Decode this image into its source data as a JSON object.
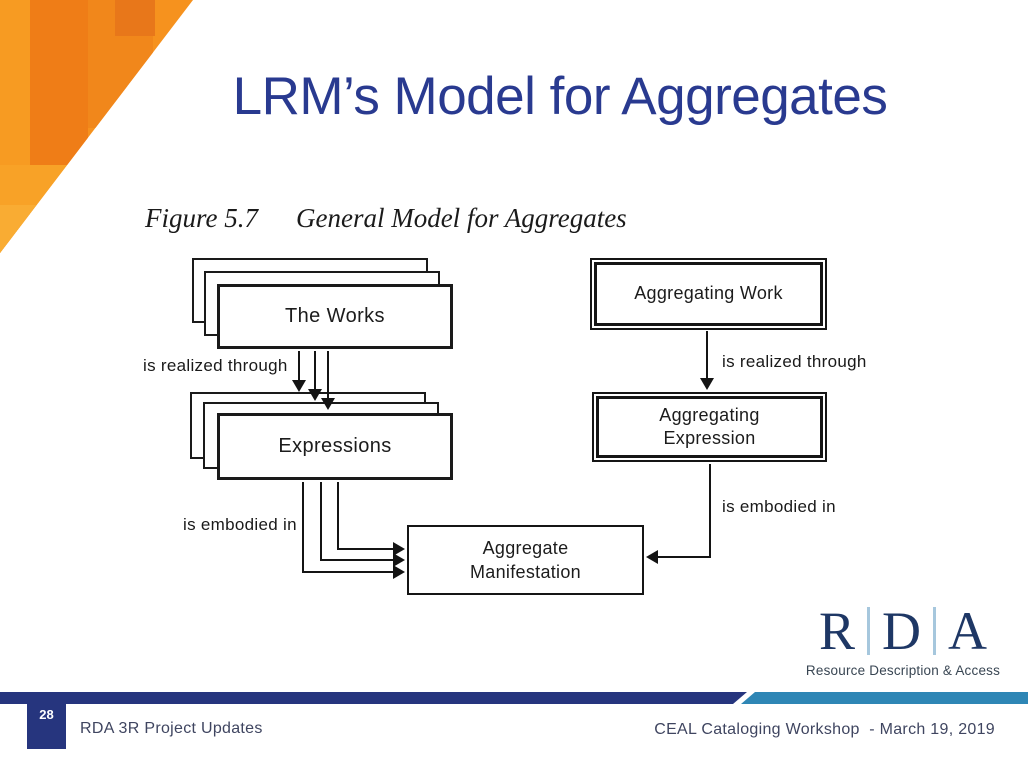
{
  "slide": {
    "title": "LRM’s Model for Aggregates",
    "page_number": "28",
    "footer_left": "RDA 3R Project Updates",
    "footer_right": "CEAL Cataloging Workshop  - March 19, 2019"
  },
  "figure": {
    "caption_label": "Figure 5.7",
    "caption_title": "General Model for Aggregates",
    "boxes": {
      "the_works": "The Works",
      "expressions": "Expressions",
      "aggregate_manifestation_line1": "Aggregate",
      "aggregate_manifestation_line2": "Manifestation",
      "aggregating_work": "Aggregating Work",
      "aggregating_expression_line1": "Aggregating",
      "aggregating_expression_line2": "Expression"
    },
    "labels": {
      "left_realized": "is realized through",
      "left_embodied": "is embodied in",
      "right_realized": "is realized through",
      "right_embodied": "is embodied in"
    }
  },
  "logo": {
    "letters": [
      "R",
      "D",
      "A"
    ],
    "tagline": "Resource Description & Access"
  },
  "colors": {
    "title_navy": "#293A90",
    "accent_orange": "#F6921E",
    "footer_navy": "#26357E",
    "footer_blue": "#2E86B5",
    "logo_navy": "#1E3765",
    "logo_separator_blue": "#A6C7DD"
  }
}
